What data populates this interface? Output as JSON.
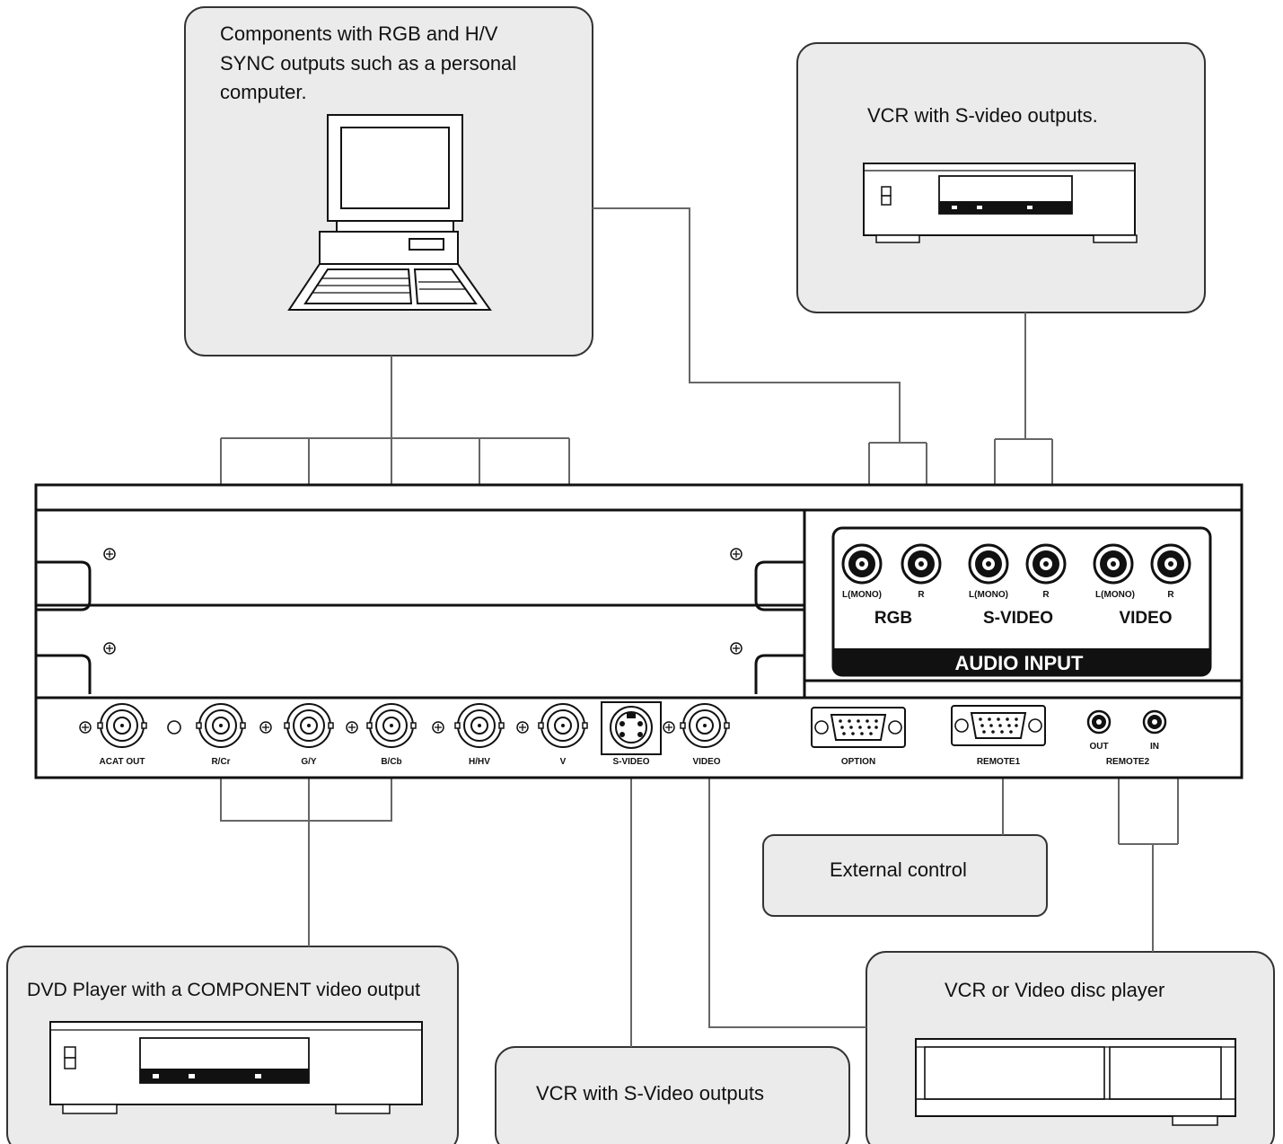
{
  "boxes": {
    "pc": {
      "line1": "Components with RGB and H/V",
      "line2": "SYNC outputs such as a personal",
      "line3": "computer."
    },
    "vcr_top": "VCR with S-video outputs.",
    "external": "External control",
    "dvd": "DVD Player with a COMPONENT video output",
    "vcr_svideo": "VCR with S-Video outputs",
    "vcr_disc": "VCR or Video disc player"
  },
  "audio": {
    "lmono": "L(MONO)",
    "r": "R",
    "rgb": "RGB",
    "svideo": "S-VIDEO",
    "video": "VIDEO",
    "title": "AUDIO  INPUT"
  },
  "connectors": {
    "acat_out": "ACAT OUT",
    "rcr": "R/Cr",
    "gy": "G/Y",
    "bcb": "B/Cb",
    "hhv": "H/HV",
    "v": "V",
    "svideo": "S-VIDEO",
    "video": "VIDEO",
    "option": "OPTION",
    "remote1": "REMOTE1",
    "out": "OUT",
    "in": "IN",
    "remote2": "REMOTE2"
  },
  "colors": {
    "box_fill": "#ebebeb",
    "line": "#333333",
    "wire": "#666666"
  }
}
